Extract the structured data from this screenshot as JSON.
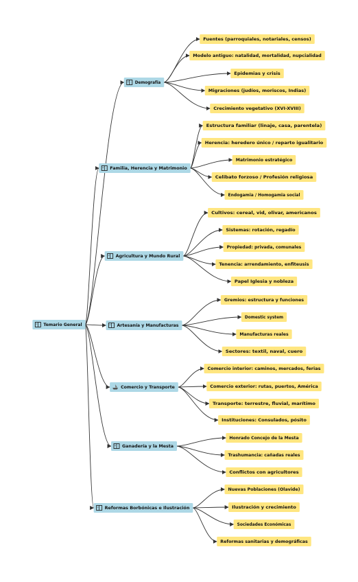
{
  "colors": {
    "root_fill": "#add8e6",
    "category_fill": "#add8e6",
    "leaf_fill": "#ffe680",
    "edge": "#333333"
  },
  "root": {
    "label": "Temario General",
    "icon": "book-icon"
  },
  "categories": [
    {
      "label": "Demografía",
      "icon": "book-icon",
      "items": [
        "Fuentes (parroquiales, notariales, censos)",
        "Modelo antiguo: natalidad, mortalidad, nupcialidad",
        "Epidemias y crisis",
        "Migraciones (judíos, moriscos, Indias)",
        "Crecimiento vegetativo (XVI-XVIII)"
      ]
    },
    {
      "label": "Familia, Herencia y Matrimonio",
      "icon": "book-icon",
      "items": [
        "Estructura familiar (linaje, casa, parentela)",
        "Herencia: heredero único / reparto igualitario",
        "Matrimonio estratégico",
        "Celibato forzoso / Profesión religiosa",
        "Endogamia / Homogamia social"
      ]
    },
    {
      "label": "Agricultura y Mundo Rural",
      "icon": "book-icon",
      "items": [
        "Cultivos: cereal, vid, olivar, americanos",
        "Sistemas: rotación, regadío",
        "Propiedad: privada, comunales",
        "Tenencia: arrendamiento, enfiteusis",
        "Papel Iglesia y nobleza"
      ]
    },
    {
      "label": "Artesanía y Manufacturas",
      "icon": "book-icon",
      "items": [
        "Gremios: estructura y funciones",
        "Domestic system",
        "Manufacturas reales",
        "Sectores: textil, naval, cuero"
      ]
    },
    {
      "label": "Comercio y Transporte",
      "icon": "ship-icon",
      "items": [
        "Comercio interior: caminos, mercados, ferias",
        "Comercio exterior: rutas, puertos, América",
        "Transporte: terrestre, fluvial, marítimo",
        "Instituciones: Consulados, pósito"
      ]
    },
    {
      "label": "Ganadería y la Mesta",
      "icon": "book-icon",
      "items": [
        "Honrado Concejo de la Mesta",
        "Trashumancia: cañadas reales",
        "Conflictos con agricultores"
      ]
    },
    {
      "label": "Reformas Borbónicas e Ilustración",
      "icon": "book-icon",
      "items": [
        "Nuevas Poblaciones (Olavide)",
        "Ilustración y crecimiento",
        "Sociedades Económicas",
        "Reformas sanitarias y demográficas"
      ]
    }
  ]
}
